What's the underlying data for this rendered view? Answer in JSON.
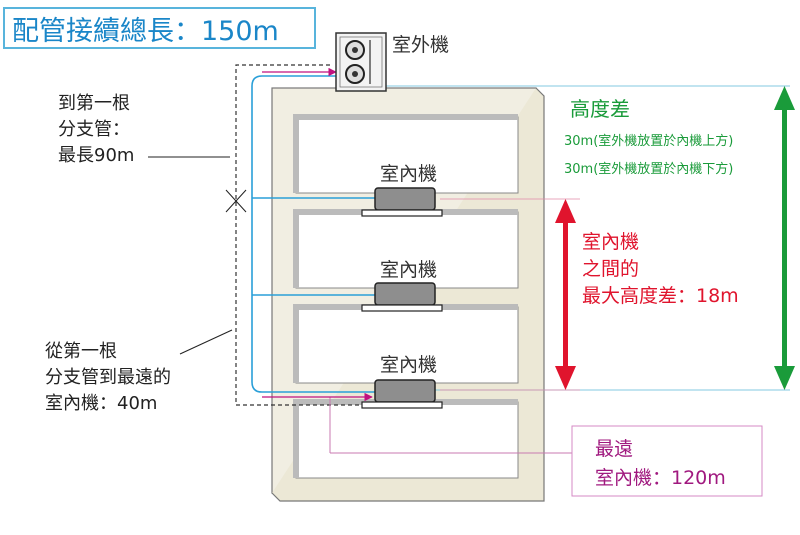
{
  "title": {
    "text": "配管接續總長：150m",
    "color": "#1a86c8",
    "border_color": "#58b4dc"
  },
  "outdoor_unit": {
    "label": "室外機"
  },
  "indoor_units": [
    {
      "label": "室內機"
    },
    {
      "label": "室內機"
    },
    {
      "label": "室內機"
    }
  ],
  "first_branch": {
    "lines": [
      "到第一根",
      "分支管：",
      "最長90m"
    ]
  },
  "first_branch_farthest": {
    "lines": [
      "從第一根",
      "分支管到最遠的",
      "室內機：40m"
    ]
  },
  "height_difference": {
    "title": "高度差",
    "notes": [
      "30m(室外機放置於內機上方)",
      "30m(室外機放置於內機下方)"
    ],
    "color": "#1a9b3a"
  },
  "indoor_max_height": {
    "lines": [
      "室內機",
      "之間的",
      "最大高度差：18m"
    ],
    "color": "#e0142d"
  },
  "farthest": {
    "lines": [
      "最遠",
      "室內機：120m"
    ],
    "color": "#a0197f",
    "border_color": "#d58ac4"
  },
  "colors": {
    "building_fill": "#f1eee2",
    "building_stroke": "#777777",
    "pipe": "#2a9fd8",
    "unit_body": "#8e8e8e"
  }
}
